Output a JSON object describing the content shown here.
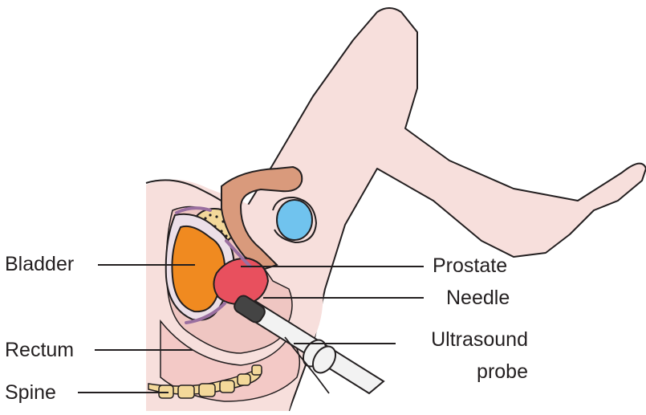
{
  "labels": {
    "bladder": "Bladder",
    "rectum": "Rectum",
    "spine": "Spine",
    "prostate": "Prostate",
    "needle": "Needle",
    "probe_line1": "Ultrasound",
    "probe_line2": "probe"
  },
  "colors": {
    "skin": "#f7dfdc",
    "skin_shade": "#efc6c2",
    "bladder": "#f08a20",
    "prostate": "#e8505e",
    "urethra": "#d99a7c",
    "testis": "#70c3ee",
    "bone": "#f3d89a",
    "outline": "#231f20"
  }
}
